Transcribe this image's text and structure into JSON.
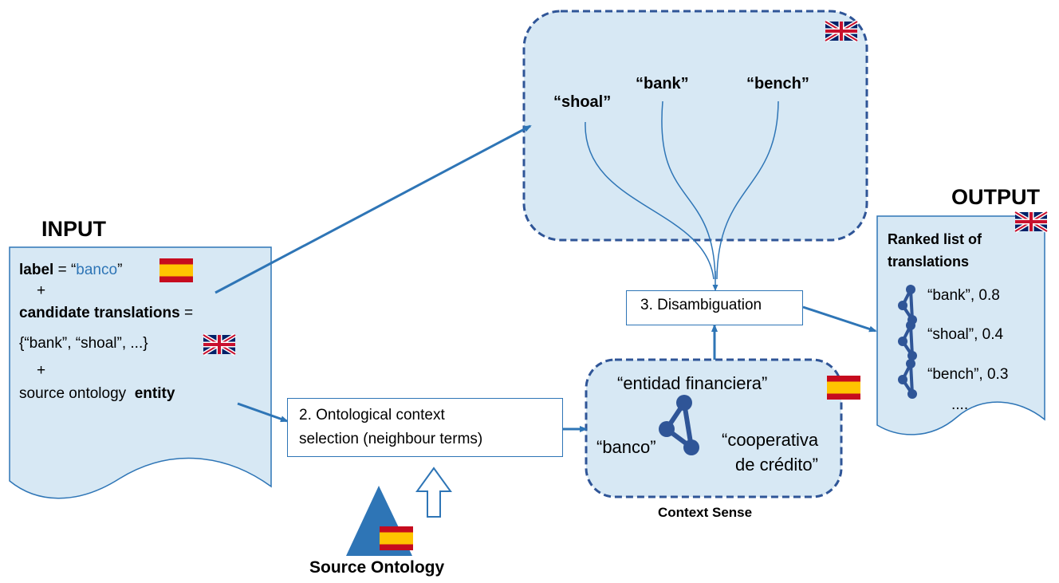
{
  "input": {
    "heading": "INPUT",
    "label_key": "label",
    "label_eq": " = “",
    "label_value": "banco",
    "label_close": "”",
    "plus": "+",
    "candidates_key": "candidate translations",
    "candidates_eq": " =",
    "candidates_value": "{“bank”, “shoal”, ...}",
    "source_prefix": "source ontology",
    "source_key": "entity"
  },
  "target_terms": {
    "shoal": "“shoal”",
    "bank": "“bank”",
    "bench": "“bench”"
  },
  "steps": {
    "context_selection": [
      "2. Ontological context",
      "selection (neighbour terms)"
    ],
    "disambiguation": "3. Disambiguation"
  },
  "context_sense": {
    "term_top": "“entidad financiera”",
    "term_left": "“banco”",
    "term_right": [
      "“cooperativa",
      "de crédito”"
    ],
    "caption": "Context Sense"
  },
  "output": {
    "heading": "OUTPUT",
    "title": [
      "Ranked list of",
      "translations"
    ],
    "items": [
      "“bank”, 0.8",
      "“shoal”, 0.4",
      "“bench”, 0.3"
    ],
    "more": "...."
  },
  "source_ontology": {
    "caption": "Source Ontology"
  },
  "colors": {
    "accent": "#2e75b6",
    "panel": "#d7e8f4",
    "dashed_border": "#2f5597",
    "node": "#2f5597"
  },
  "icons": [
    "flag-es-icon",
    "flag-uk-icon",
    "ontology-graph-icon",
    "outline-up-arrow-icon",
    "triangle-icon"
  ]
}
